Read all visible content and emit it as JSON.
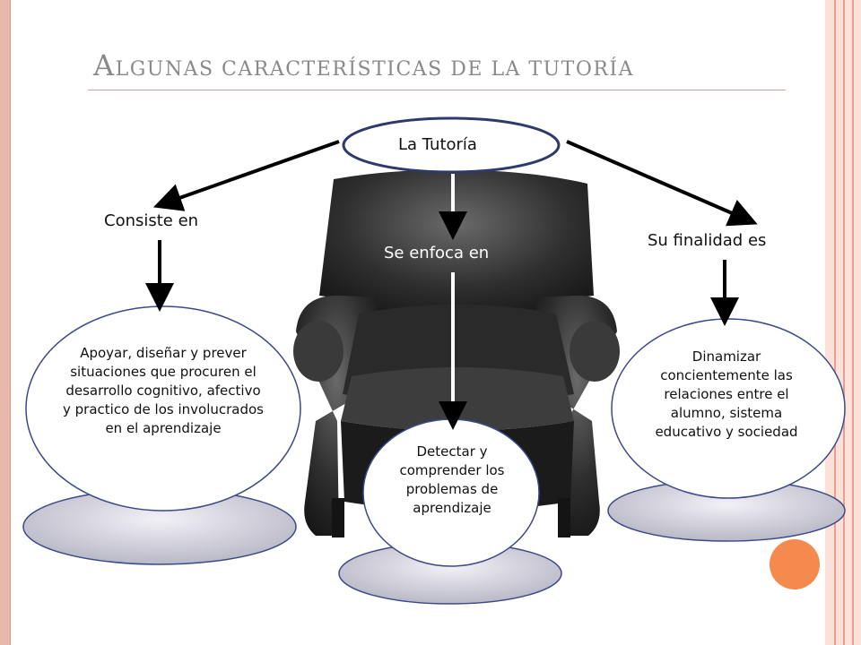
{
  "title": {
    "first": "A",
    "rest": "lgunas características de la tutoría"
  },
  "central_node": "La Tutoría",
  "branches": {
    "left_label": "Consiste en",
    "middle_label": "Se enfoca en",
    "right_label": "Su finalidad es"
  },
  "ovals": {
    "left": "Apoyar, diseñar y prever situaciones que procuren el desarrollo cognitivo, afectivo y practico de los involucrados en el aprendizaje",
    "middle": "Detectar y comprender los problemas de aprendizaje",
    "right": "Dinamizar concientemente las relaciones entre el alumno, sistema educativo y sociedad"
  },
  "image": {
    "description_icon": "armchair-image"
  },
  "colors": {
    "accent_orange": "#f58a4f",
    "border_pink": "#e9b7ab",
    "title_gray": "#8a8a8a",
    "oval_outline": "#2e3a6b"
  }
}
